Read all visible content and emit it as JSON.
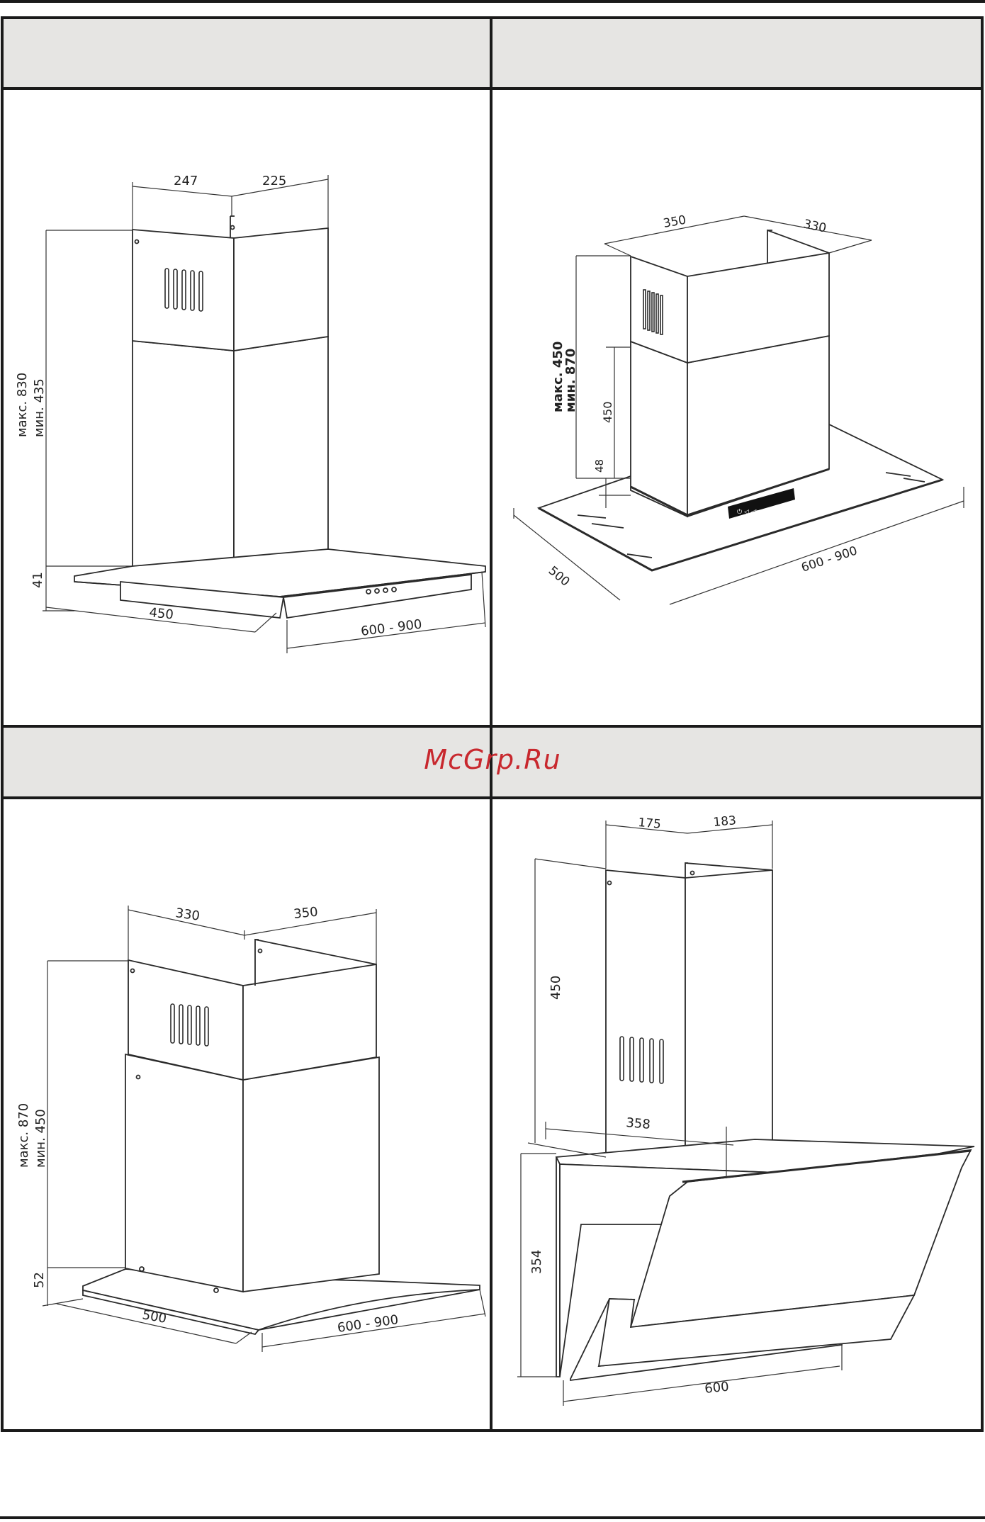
{
  "watermark": "McGrp.Ru",
  "panels": [
    {
      "id": "hood-1",
      "dims": {
        "top_left": "247",
        "top_right": "225",
        "height_max": "макс. 830",
        "height_min": "мин. 435",
        "base_height": "41",
        "depth": "450",
        "width": "600 - 900"
      }
    },
    {
      "id": "hood-2",
      "dims": {
        "top_left": "350",
        "top_right": "330",
        "height_max": "макс. 450",
        "height_min": "мин. 870",
        "inner_height": "450",
        "base_height": "48",
        "depth": "500",
        "width": "600 - 900"
      }
    },
    {
      "id": "hood-3",
      "dims": {
        "top_left": "330",
        "top_right": "350",
        "height_max": "макс. 870",
        "height_min": "мин. 450",
        "base_height": "52",
        "depth": "500",
        "width": "600 - 900"
      }
    },
    {
      "id": "hood-4",
      "dims": {
        "top_left": "175",
        "top_right": "183",
        "chimney_height": "450",
        "depth": "358",
        "body_height": "354",
        "width": "600"
      }
    }
  ]
}
